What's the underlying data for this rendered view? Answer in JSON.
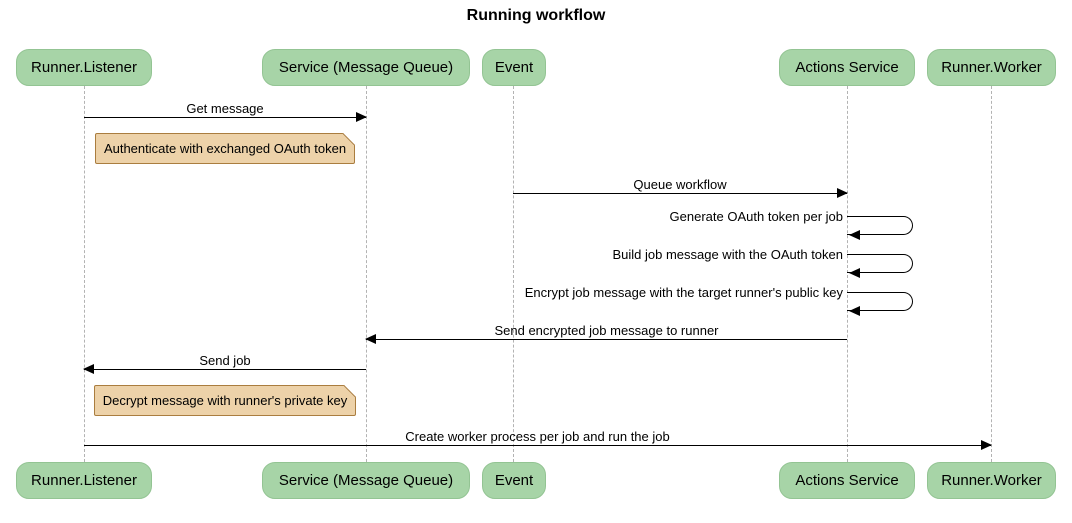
{
  "title": "Running workflow",
  "diagram_type": "sequence-diagram",
  "participants": [
    {
      "label": "Runner.Listener"
    },
    {
      "label": "Service (Message Queue)"
    },
    {
      "label": "Event"
    },
    {
      "label": "Actions Service"
    },
    {
      "label": "Runner.Worker"
    }
  ],
  "messages": [
    {
      "type": "arrow",
      "from": "Runner.Listener",
      "to": "Service (Message Queue)",
      "direction": "right",
      "label": "Get message"
    },
    {
      "type": "note",
      "over": "Runner.Listener / Service (Message Queue)",
      "label": "Authenticate with exchanged OAuth token"
    },
    {
      "type": "arrow",
      "from": "Event",
      "to": "Actions Service",
      "direction": "right",
      "label": "Queue workflow"
    },
    {
      "type": "self",
      "actor": "Actions Service",
      "label": "Generate OAuth token per job"
    },
    {
      "type": "self",
      "actor": "Actions Service",
      "label": "Build job message with the OAuth token"
    },
    {
      "type": "self",
      "actor": "Actions Service",
      "label": "Encrypt job message with the target runner's public key"
    },
    {
      "type": "arrow",
      "from": "Actions Service",
      "to": "Service (Message Queue)",
      "direction": "left",
      "label": "Send encrypted job message to runner"
    },
    {
      "type": "arrow",
      "from": "Service (Message Queue)",
      "to": "Runner.Listener",
      "direction": "left",
      "label": "Send job"
    },
    {
      "type": "note",
      "over": "Runner.Listener / Service (Message Queue)",
      "label": "Decrypt message with runner's private key"
    },
    {
      "type": "arrow",
      "from": "Runner.Listener",
      "to": "Runner.Worker",
      "direction": "right",
      "label": "Create worker process per job and run the job"
    }
  ],
  "colors": {
    "background": "#ffffff",
    "actor_fill": "#a7d4a7",
    "actor_border": "#93c493",
    "note_fill": "#edd2a9",
    "note_border": "#aa7d3f",
    "line": "#000000",
    "lifeline": "#b3b3b3"
  }
}
